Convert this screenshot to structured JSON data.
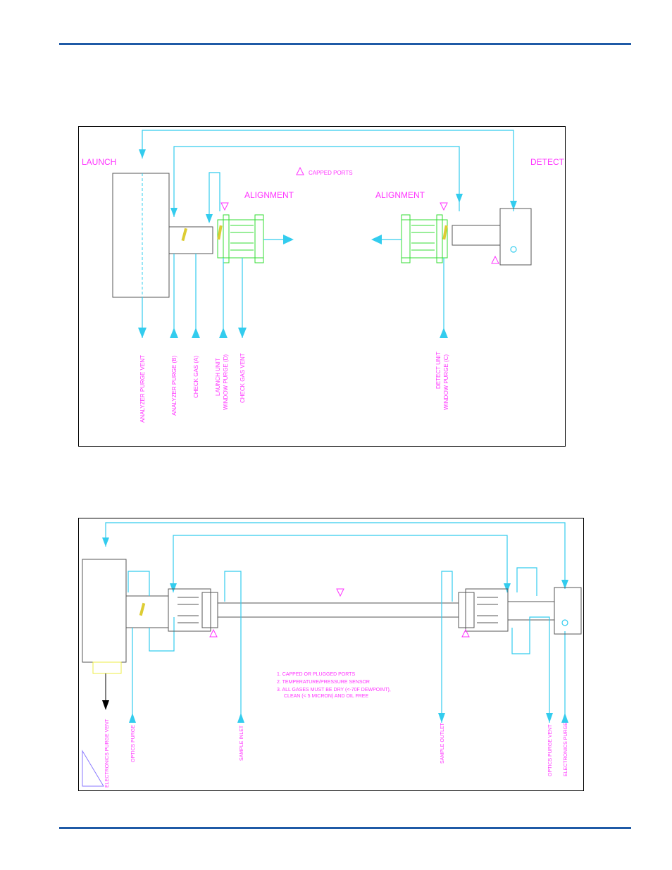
{
  "top": {
    "launch": "LAUNCH",
    "detect": "DETECT",
    "alignment_left": "ALIGNMENT",
    "alignment_right": "ALIGNMENT",
    "capped_ports": "CAPPED PORTS",
    "labels": [
      "ANALYZER PURGE VENT",
      "ANALYZER PURGE (B)",
      "CHECK GAS (A)",
      "LAUNCH UNIT",
      "WINDOW PURGE (D)",
      "CHECK GAS VENT",
      "DETECT UNIT",
      "WINDOW PURGE (C)"
    ]
  },
  "bottom": {
    "notes": [
      "1. CAPPED OR PLUGGED PORTS",
      "2. TEMPERATURE/PRESSURE SENSOR",
      "3. ALL GASES MUST BE DRY (<-70F DEWPOINT),",
      "CLEAN (< 5 MICRON) AND OIL FREE"
    ],
    "labels": [
      "ELECTRONICS PURGE VENT",
      "OPTICS PURGE",
      "SAMPLE INLET",
      "SAMPLE OUTLET",
      "OPTICS PURGE VENT",
      "ELECTRONICS PURGE"
    ]
  },
  "colors": {
    "rule": "#1f5aa6",
    "label": "#ff33ff",
    "line": "#33ccee",
    "alignment": "#33dd33"
  }
}
